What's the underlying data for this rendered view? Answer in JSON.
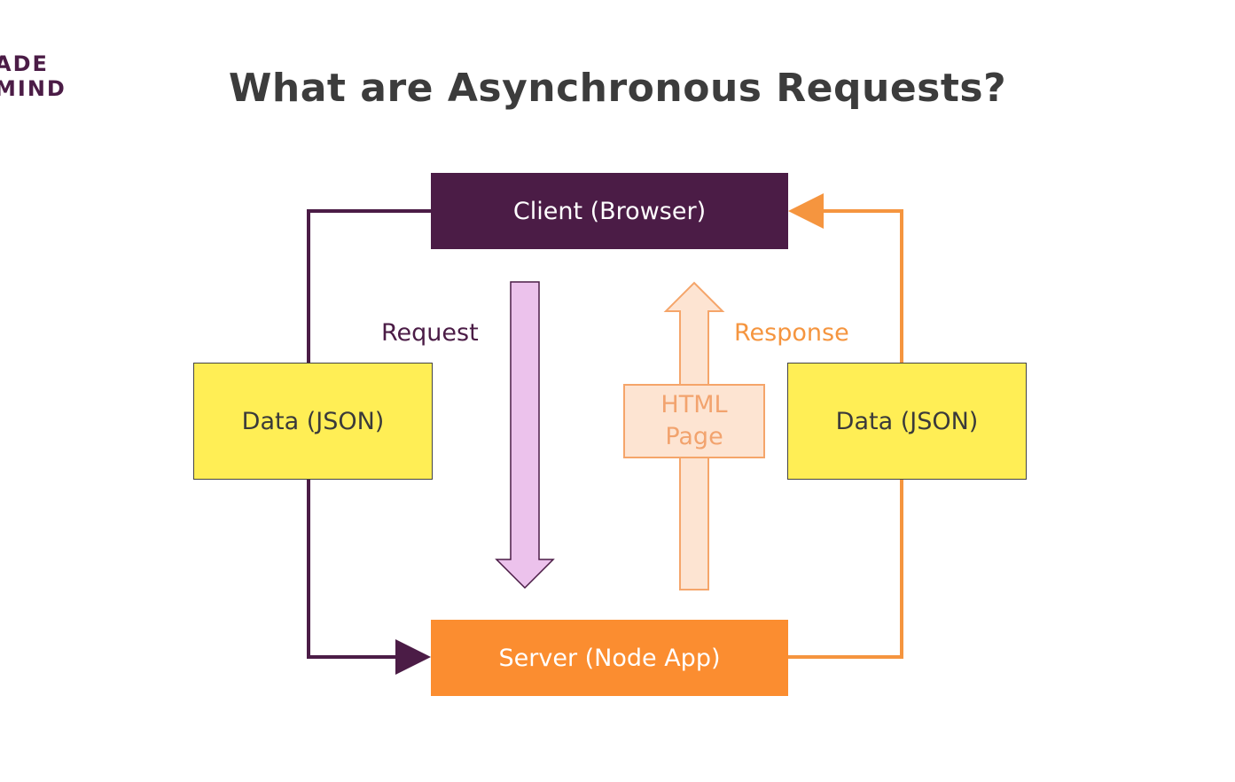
{
  "logo": {
    "line1": "ADE",
    "line2": "MIND"
  },
  "title": "What are Asynchronous Requests?",
  "nodes": {
    "client": "Client (Browser)",
    "server": "Server (Node App)",
    "data_left": "Data (JSON)",
    "data_right": "Data (JSON)",
    "html_page_line1": "HTML",
    "html_page_line2": "Page"
  },
  "labels": {
    "request": "Request",
    "response": "Response"
  },
  "colors": {
    "client": "#4b1c46",
    "server": "#fb8d30",
    "data": "#ffee55",
    "request_arrow": "#ecc2ec",
    "response_arrow": "#fde4d2"
  }
}
